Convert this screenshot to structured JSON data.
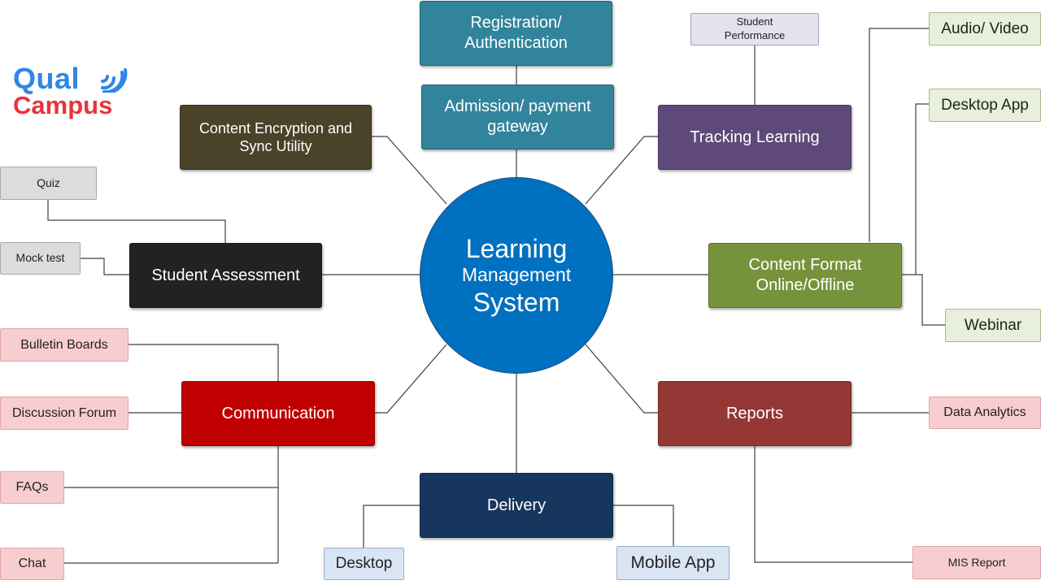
{
  "logo": {
    "line1": "Qual",
    "line2": "Campus"
  },
  "center": {
    "line1": "Learning",
    "line2": "Management",
    "line3": "System"
  },
  "nodes": {
    "registration": "Registration/ Authentication",
    "admission": "Admission/ payment gateway",
    "encryption": "Content Encryption and Sync Utility",
    "tracking": "Tracking Learning",
    "assessment": "Student Assessment",
    "content_format": "Content Format Online/Offline",
    "communication": "Communication",
    "reports": "Reports",
    "delivery": "Delivery"
  },
  "leaves": {
    "student_performance": "Student Performance",
    "audio_video": "Audio/ Video",
    "desktop_app": "Desktop App",
    "webinar": "Webinar",
    "quiz": "Quiz",
    "mock_test": "Mock test",
    "bulletin_boards": "Bulletin Boards",
    "discussion_forum": "Discussion Forum",
    "faqs": "FAQs",
    "chat": "Chat",
    "desktop": "Desktop",
    "mobile_app": "Mobile App",
    "data_analytics": "Data Analytics",
    "mis_report": "MIS Report"
  },
  "colors": {
    "center": "#0070c0",
    "registration": "#31849b",
    "encryption": "#4a4229",
    "tracking": "#5f497a",
    "assessment": "#222222",
    "content_format": "#76933c",
    "communication": "#c00000",
    "reports": "#953735",
    "delivery": "#17365d",
    "connector": "#404040"
  }
}
